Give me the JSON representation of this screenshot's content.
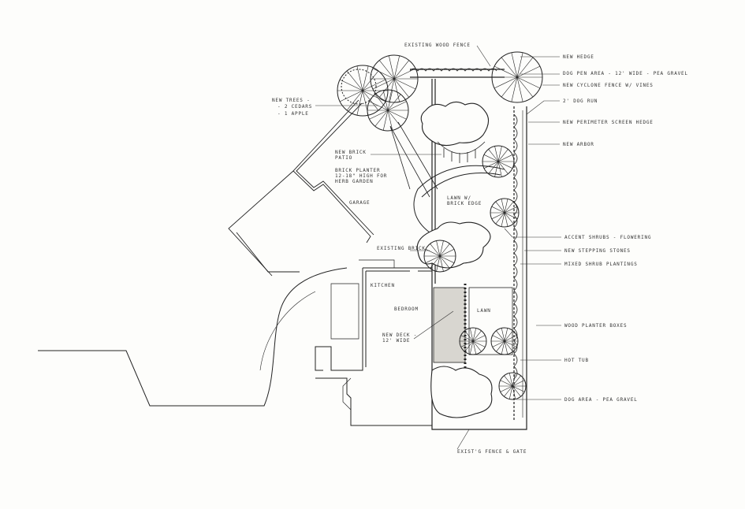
{
  "labels": {
    "existing_wood_fence": "Existing wood fence",
    "new_hedge": "New hedge",
    "dog_pen_area": "Dog pen area - 12' wide - pea gravel",
    "new_cyclone_fence": "New cyclone fence w/ vines",
    "dog_run": "2' dog run",
    "perimeter_hedge": "New perimeter screen hedge",
    "new_arbor": "New arbor",
    "new_trees": "New trees -",
    "cedars": "- 2 cedars",
    "apple": "- 1 apple",
    "brick_patio_1": "New brick",
    "brick_patio_2": "patio",
    "brick_planter_1": "Brick planter",
    "brick_planter_2": "12-18\" high for",
    "brick_planter_3": "herb garden",
    "garage": "Garage",
    "lawn_brick_1": "Lawn w/",
    "lawn_brick_2": "brick edge",
    "existing_brick": "Existing brick",
    "kitchen": "Kitchen",
    "bedroom": "Bedroom",
    "new_deck_1": "New deck -",
    "new_deck_2": "12' wide",
    "lawn": "Lawn",
    "accent_shrubs": "Accent shrubs - flowering",
    "stepping_stones": "New stepping stones",
    "mixed_shrub": "Mixed shrub plantings",
    "planter_boxes": "Wood planter boxes",
    "hot_tub": "Hot tub",
    "dog_area": "Dog area - pea gravel",
    "exist_fence_gate": "Exist'g fence & gate"
  },
  "colors": {
    "ink": "#222222",
    "paper": "#fdfdfb"
  }
}
